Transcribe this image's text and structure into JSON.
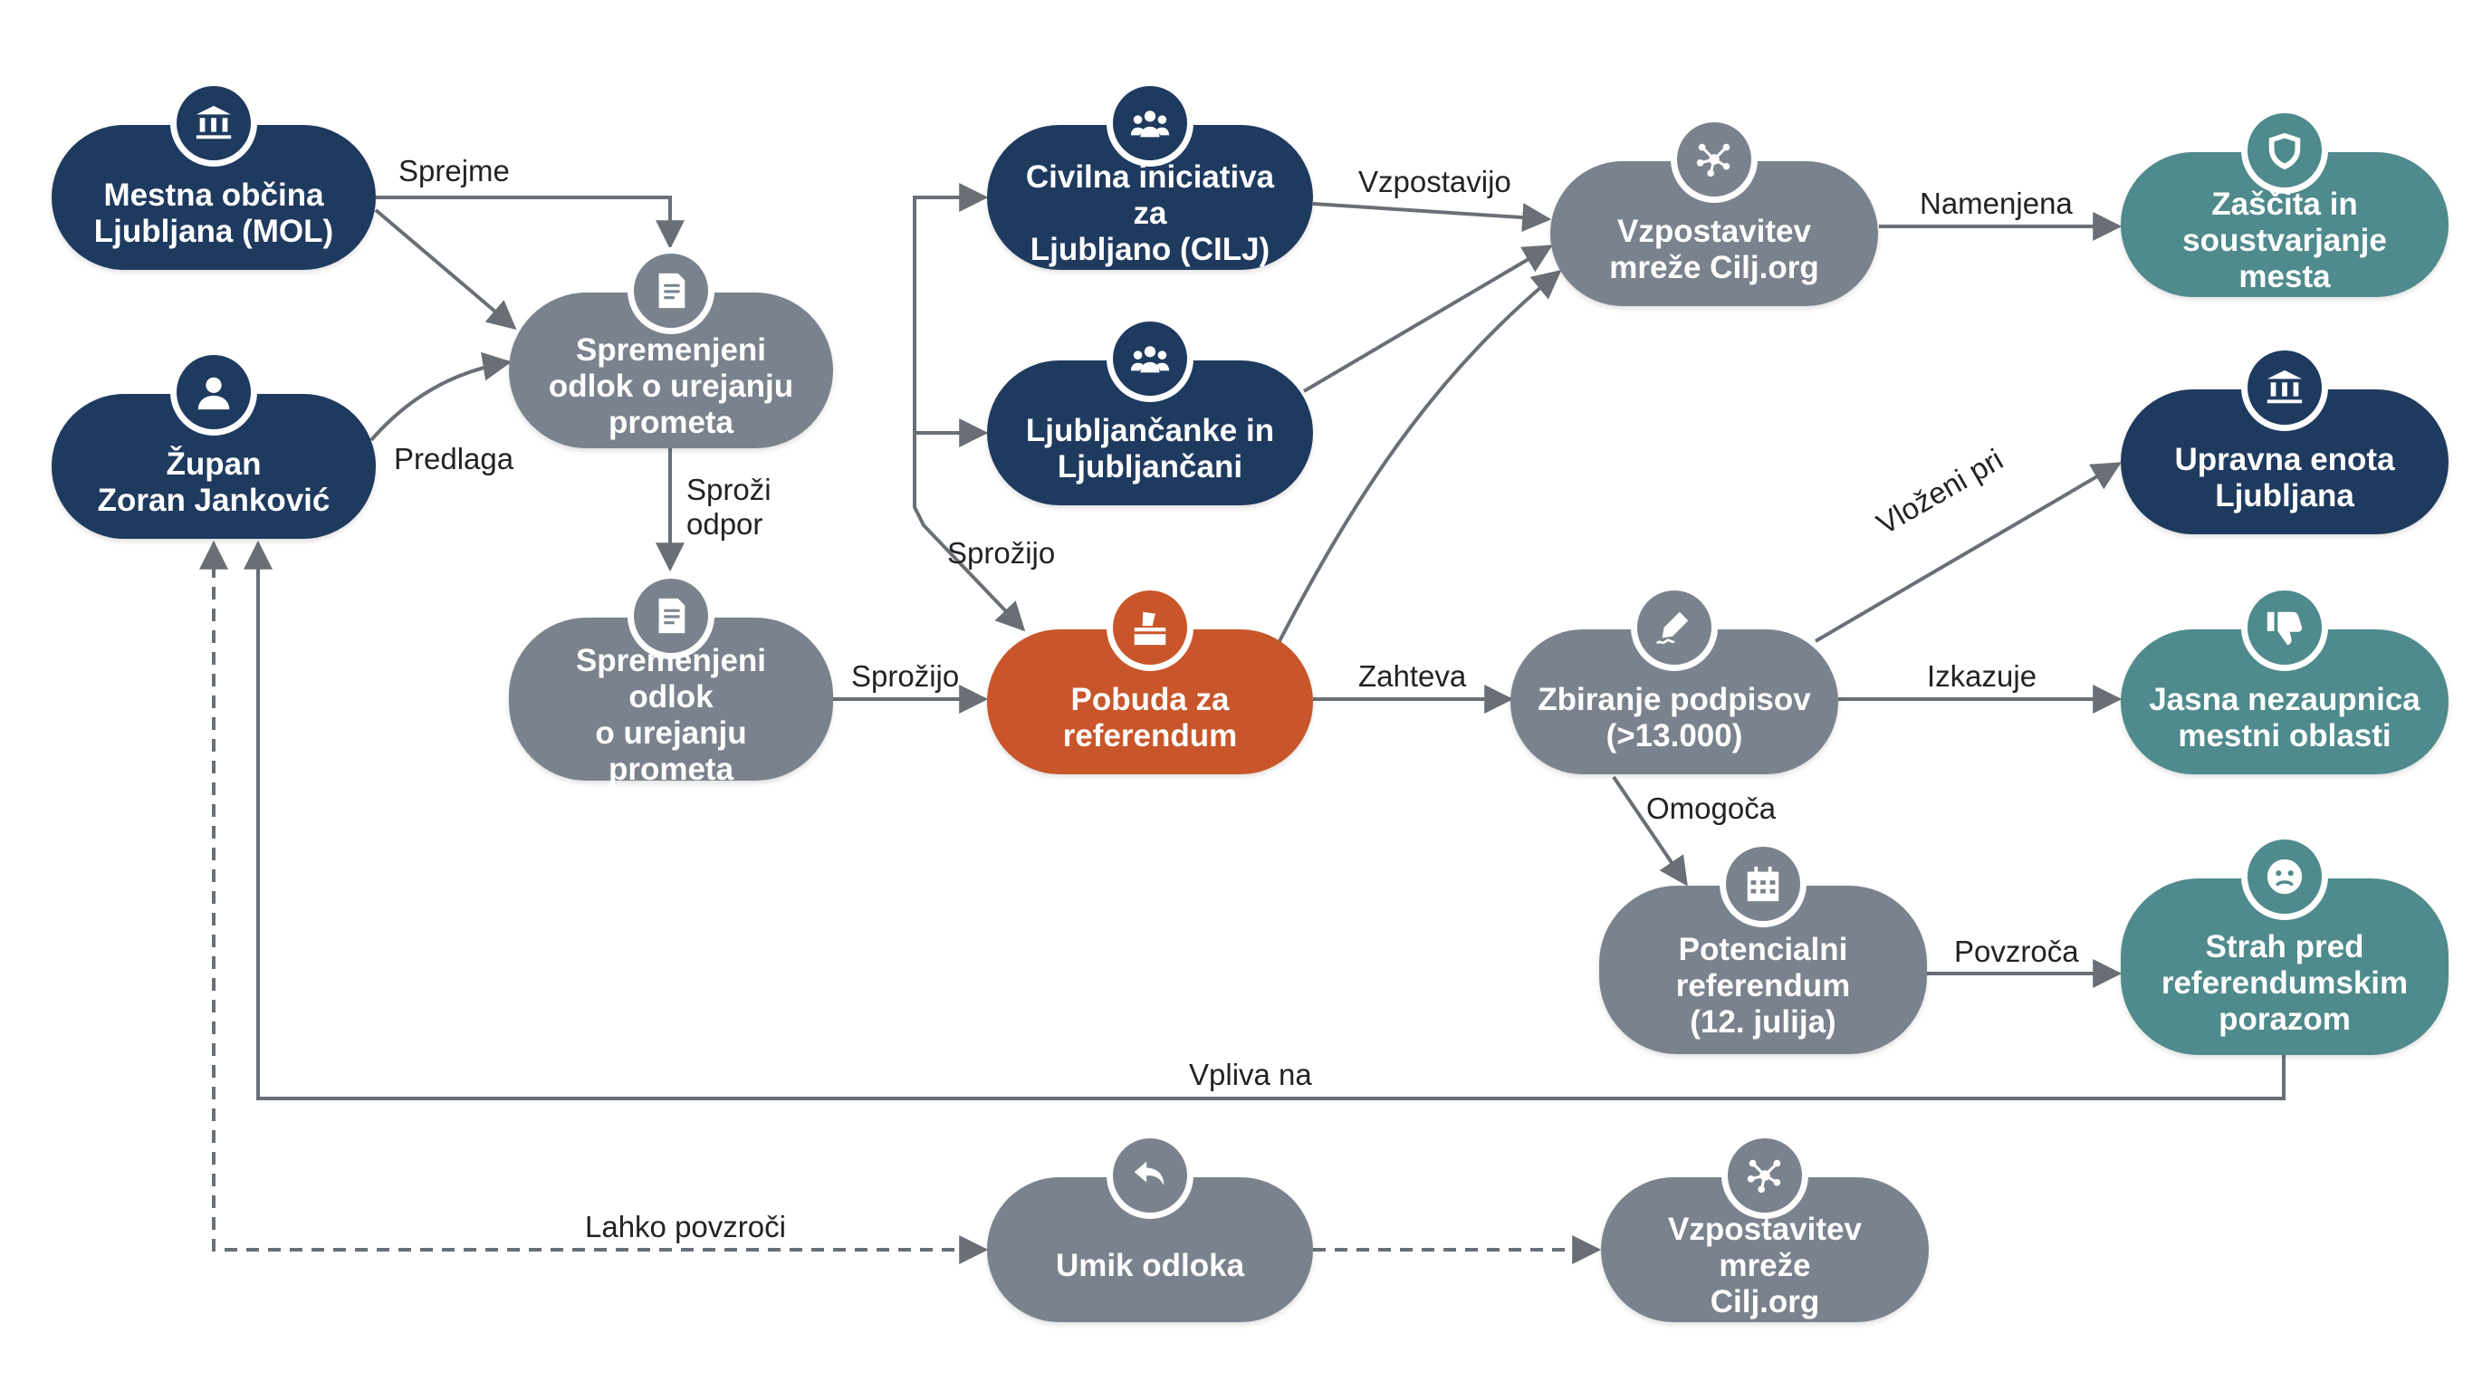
{
  "colors": {
    "navy": "#1f3a5f",
    "gray": "#7a838d",
    "teal": "#4f8a8c",
    "orange": "#c8562a",
    "edge": "#6a6f76"
  },
  "nodes": {
    "mol": {
      "label": "Mestna občina\nLjubljana (MOL)",
      "color": "navy",
      "icon": "city-hall-icon"
    },
    "zupan": {
      "label": "Župan\nZoran Janković",
      "color": "navy",
      "icon": "person-icon"
    },
    "odlok1": {
      "label": "Spremenjeni\nodlok o urejanju\nprometa",
      "color": "gray",
      "icon": "document-icon"
    },
    "odlok2": {
      "label": "Spremenjeni odlok\no urejanju\nprometa",
      "color": "gray",
      "icon": "document-icon"
    },
    "cilj": {
      "label": "Civilna iniciativa za\nLjubljano (CILJ)",
      "color": "navy",
      "icon": "group-icon"
    },
    "ljubljancani": {
      "label": "Ljubljančanke in\nLjubljančani",
      "color": "navy",
      "icon": "group-icon"
    },
    "pobuda": {
      "label": "Pobuda za\nreferendum",
      "color": "orange",
      "icon": "ballot-box-icon"
    },
    "mreza1": {
      "label": "Vzpostavitev\nmreže Cilj.org",
      "color": "gray",
      "icon": "network-icon"
    },
    "podpisi": {
      "label": "Zbiranje podpisov\n(>13.000)",
      "color": "gray",
      "icon": "signature-icon"
    },
    "zascita": {
      "label": "Zaščita in\nsoustvarjanje mesta",
      "color": "teal",
      "icon": "shield-icon"
    },
    "upravna": {
      "label": "Upravna enota\nLjubljana",
      "color": "navy",
      "icon": "government-building-icon"
    },
    "nezaupnica": {
      "label": "Jasna nezaupnica\nmestni oblasti",
      "color": "teal",
      "icon": "thumbs-down-icon"
    },
    "potencialni": {
      "label": "Potencialni\nreferendum\n(12. julija)",
      "color": "gray",
      "icon": "calendar-icon"
    },
    "strah": {
      "label": "Strah pred\nreferendumskim\nporazom",
      "color": "teal",
      "icon": "worried-face-icon"
    },
    "umik": {
      "label": "Umik odloka",
      "color": "gray",
      "icon": "undo-arrow-icon"
    },
    "mreza2": {
      "label": "Vzpostavitev mreže\nCilj.org",
      "color": "gray",
      "icon": "network-icon"
    }
  },
  "edges": {
    "sprejme": "Sprejme",
    "predlaga": "Predlaga",
    "sprozi_odpor": "Sproži\nodpor",
    "sprozijo1": "Sprožijo",
    "sprozijo2": "Sprožijo",
    "vzpostavijo": "Vzpostavijo",
    "namenjena": "Namenjena",
    "zahteva": "Zahteva",
    "vlozeni_pri": "Vloženi pri",
    "izkazuje": "Izkazuje",
    "omogoca": "Omogoča",
    "povzroca": "Povzroča",
    "vpliva_na": "Vpliva na",
    "lahko_povzroci": "Lahko povzroči"
  }
}
